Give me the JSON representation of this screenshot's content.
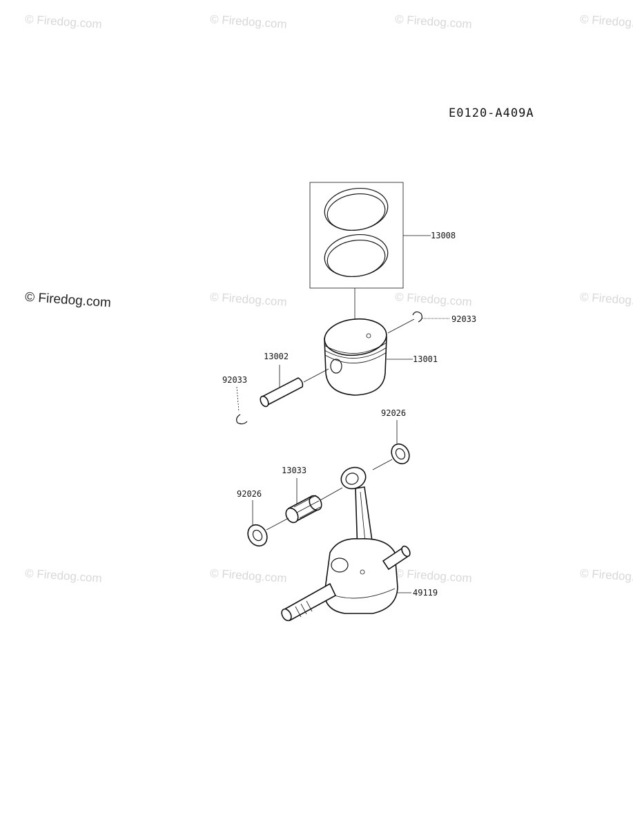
{
  "diagram": {
    "code": "E0120-A409A",
    "parts": [
      {
        "number": "13008"
      },
      {
        "number": "92033"
      },
      {
        "number": "13001"
      },
      {
        "number": "13002"
      },
      {
        "number": "92033"
      },
      {
        "number": "92026"
      },
      {
        "number": "13033"
      },
      {
        "number": "92026"
      },
      {
        "number": "49119"
      }
    ]
  },
  "watermarks": [
    "© Firedog.com",
    "© Firedog.com",
    "© Firedog.com",
    "© Firedog.com",
    "© Firedog.com",
    "© Firedog.com",
    "© Firedog.com",
    "© Firedog.com",
    "© Firedog.com",
    "© Firedog.com",
    "© Firedog.com",
    "© Firedog.com"
  ]
}
